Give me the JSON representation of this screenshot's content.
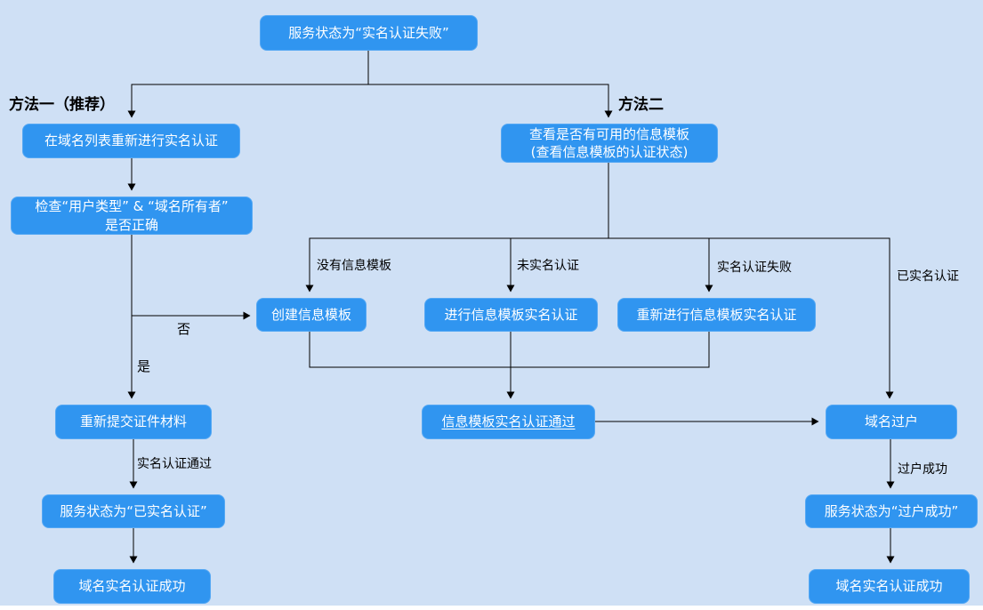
{
  "diagram": {
    "colors": {
      "background": "#cfe0f5",
      "node_fill": "#3095f0",
      "node_text": "#ffffff",
      "connector": "#000000"
    },
    "branch_labels": {
      "method1": "方法一（推荐）",
      "method2": "方法二",
      "no_template": "没有信息模板",
      "not_authenticated": "未实名认证",
      "auth_failed": "实名认证失败",
      "already_authenticated": "已实名认证",
      "no": "否",
      "yes": "是",
      "auth_passed": "实名认证通过",
      "transfer_success": "过户成功"
    },
    "nodes": {
      "service_status_failed": "服务状态为“实名认证失败”",
      "redo_auth_in_domain_list": "在域名列表重新进行实名认证",
      "check_user_type_owner": "检查“用户类型” & “域名所有者”\n是否正确",
      "check_available_template": "查看是否有可用的信息模板\n(查看信息模板的认证状态)",
      "create_template": "创建信息模板",
      "do_template_auth": "进行信息模板实名认证",
      "redo_template_auth": "重新进行信息模板实名认证",
      "resubmit_documents": "重新提交证件材料",
      "template_auth_passed": "信息模板实名认证通过",
      "domain_transfer": "域名过户",
      "status_authenticated": "服务状态为“已实名认证”",
      "domain_auth_success_left": "域名实名认证成功",
      "status_transfer_success": "服务状态为“过户成功”",
      "domain_auth_success_right": "域名实名认证成功"
    }
  }
}
